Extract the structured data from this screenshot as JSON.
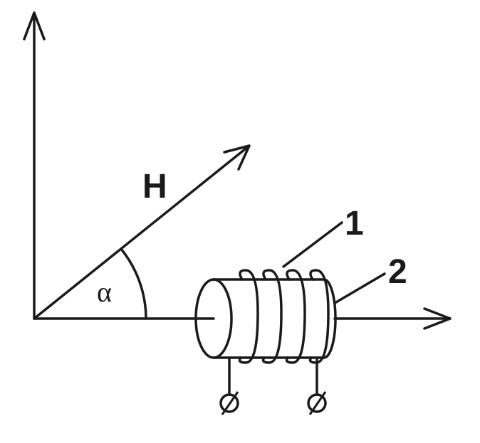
{
  "labels": {
    "field": "H",
    "angle": "α",
    "coil_winding": "1",
    "core": "2"
  }
}
